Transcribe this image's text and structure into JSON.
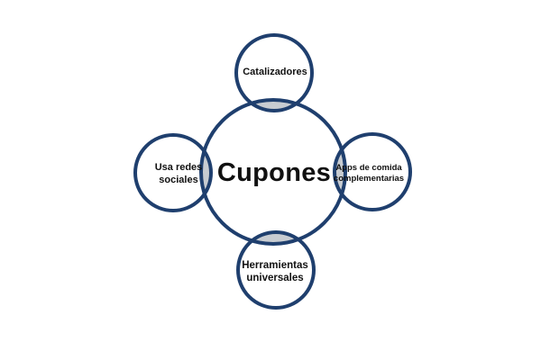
{
  "diagram": {
    "center": {
      "label": "Cupones"
    },
    "nodes": [
      {
        "id": "top",
        "lines": [
          "Catalizadores"
        ]
      },
      {
        "id": "left",
        "lines": [
          "Usa redes",
          "sociales"
        ]
      },
      {
        "id": "right",
        "lines": [
          "Apps de comida",
          "complementarias"
        ]
      },
      {
        "id": "bottom",
        "lines": [
          "Herramientas",
          "universales"
        ]
      }
    ],
    "colors": {
      "stroke": "#1f3f6e",
      "overlap": "#9aa2ab",
      "text": "#111111",
      "background": "#ffffff"
    }
  }
}
